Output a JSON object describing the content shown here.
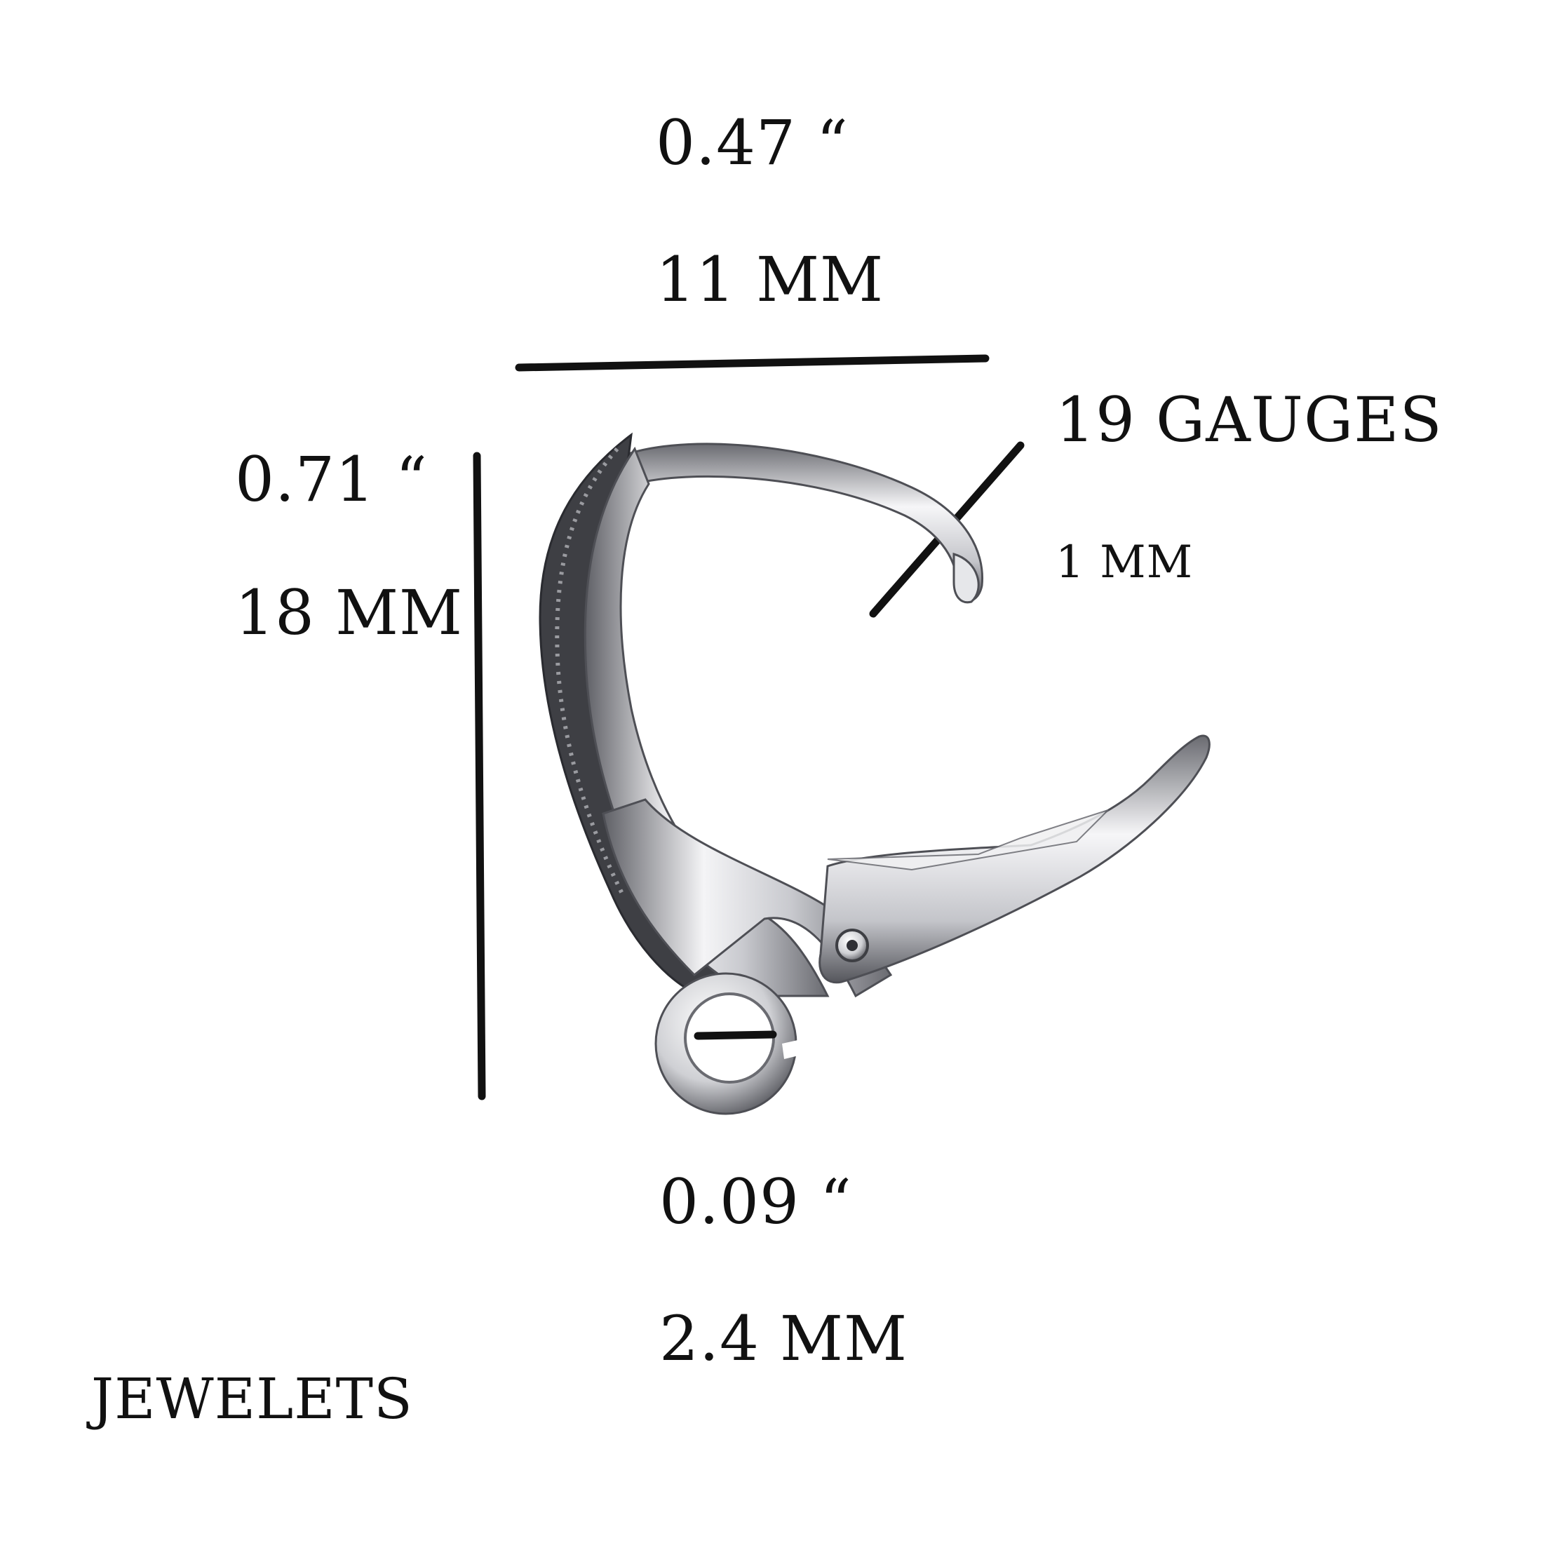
{
  "dimensions": {
    "width": {
      "inches": "0.47 “",
      "mm": "11 MM"
    },
    "height": {
      "inches": "0.71 “",
      "mm": "18 MM"
    },
    "gauge": {
      "name": "19 GAUGES",
      "mm": "1 MM"
    },
    "loop": {
      "inches": "0.09 “",
      "mm": "2.4 MM"
    }
  },
  "brand": "JEWELETS",
  "colors": {
    "background": "#ffffff",
    "text": "#111111",
    "dimension_line": "#111111",
    "metal_light": "#f4f4f6",
    "metal_mid": "#c9cacf",
    "metal_dark": "#5f6066"
  },
  "product": {
    "icon": "lever-back-earring-hook-icon"
  }
}
